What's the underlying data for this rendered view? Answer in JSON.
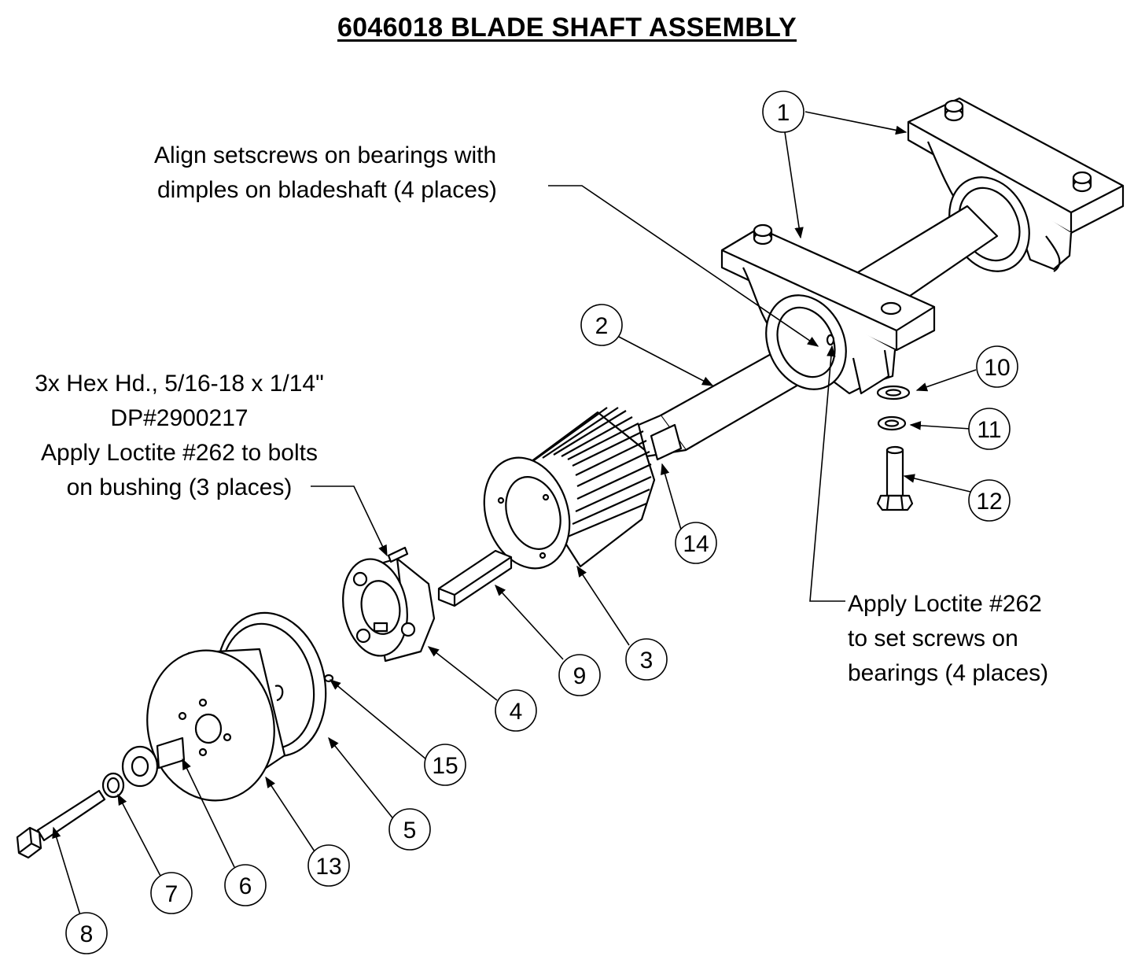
{
  "title": "6046018  BLADE SHAFT ASSEMBLY",
  "notes": {
    "align_setscrews": [
      "Align setscrews on bearings with",
      "dimples on bladeshaft (4 places)"
    ],
    "hex_bolts": [
      "3x Hex Hd., 5/16-18 x 1/14\"",
      "DP#2900217",
      "Apply Loctite #262 to bolts",
      "on bushing (3 places)"
    ],
    "loctite_setscrews": [
      "Apply Loctite #262",
      "to set screws on",
      "bearings (4 places)"
    ]
  },
  "balloons": [
    "1",
    "2",
    "3",
    "4",
    "5",
    "6",
    "7",
    "8",
    "9",
    "10",
    "11",
    "12",
    "13",
    "14",
    "15"
  ]
}
